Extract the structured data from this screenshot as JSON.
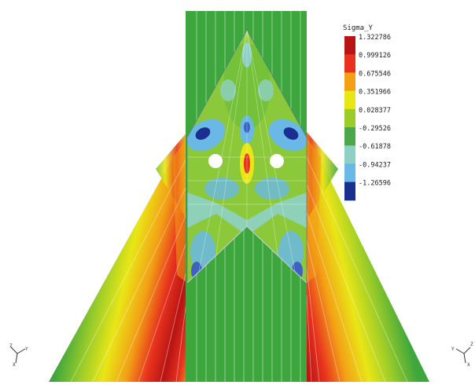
{
  "legend": {
    "title": "Sigma_Y",
    "levels": [
      {
        "label": "1.322786",
        "color": "#b81414"
      },
      {
        "label": "0.999126",
        "color": "#e8321e"
      },
      {
        "label": "0.675546",
        "color": "#f3a016"
      },
      {
        "label": "0.351966",
        "color": "#e9e616"
      },
      {
        "label": "0.028377",
        "color": "#9bcc2a"
      },
      {
        "label": "-0.29526",
        "color": "#4aa84a"
      },
      {
        "label": "-0.61878",
        "color": "#8ed0c6"
      },
      {
        "label": "-0.94237",
        "color": "#6ab8e6"
      },
      {
        "label": "-1.26596",
        "color": "#1a2f90"
      }
    ]
  },
  "colors": {
    "background": "#ffffff",
    "column_green": "#3da63d",
    "negative_blue": "#5aaee8",
    "hole": "#ffffff"
  },
  "triad_icons": [
    "axis-triad-left",
    "axis-triad-right"
  ]
}
